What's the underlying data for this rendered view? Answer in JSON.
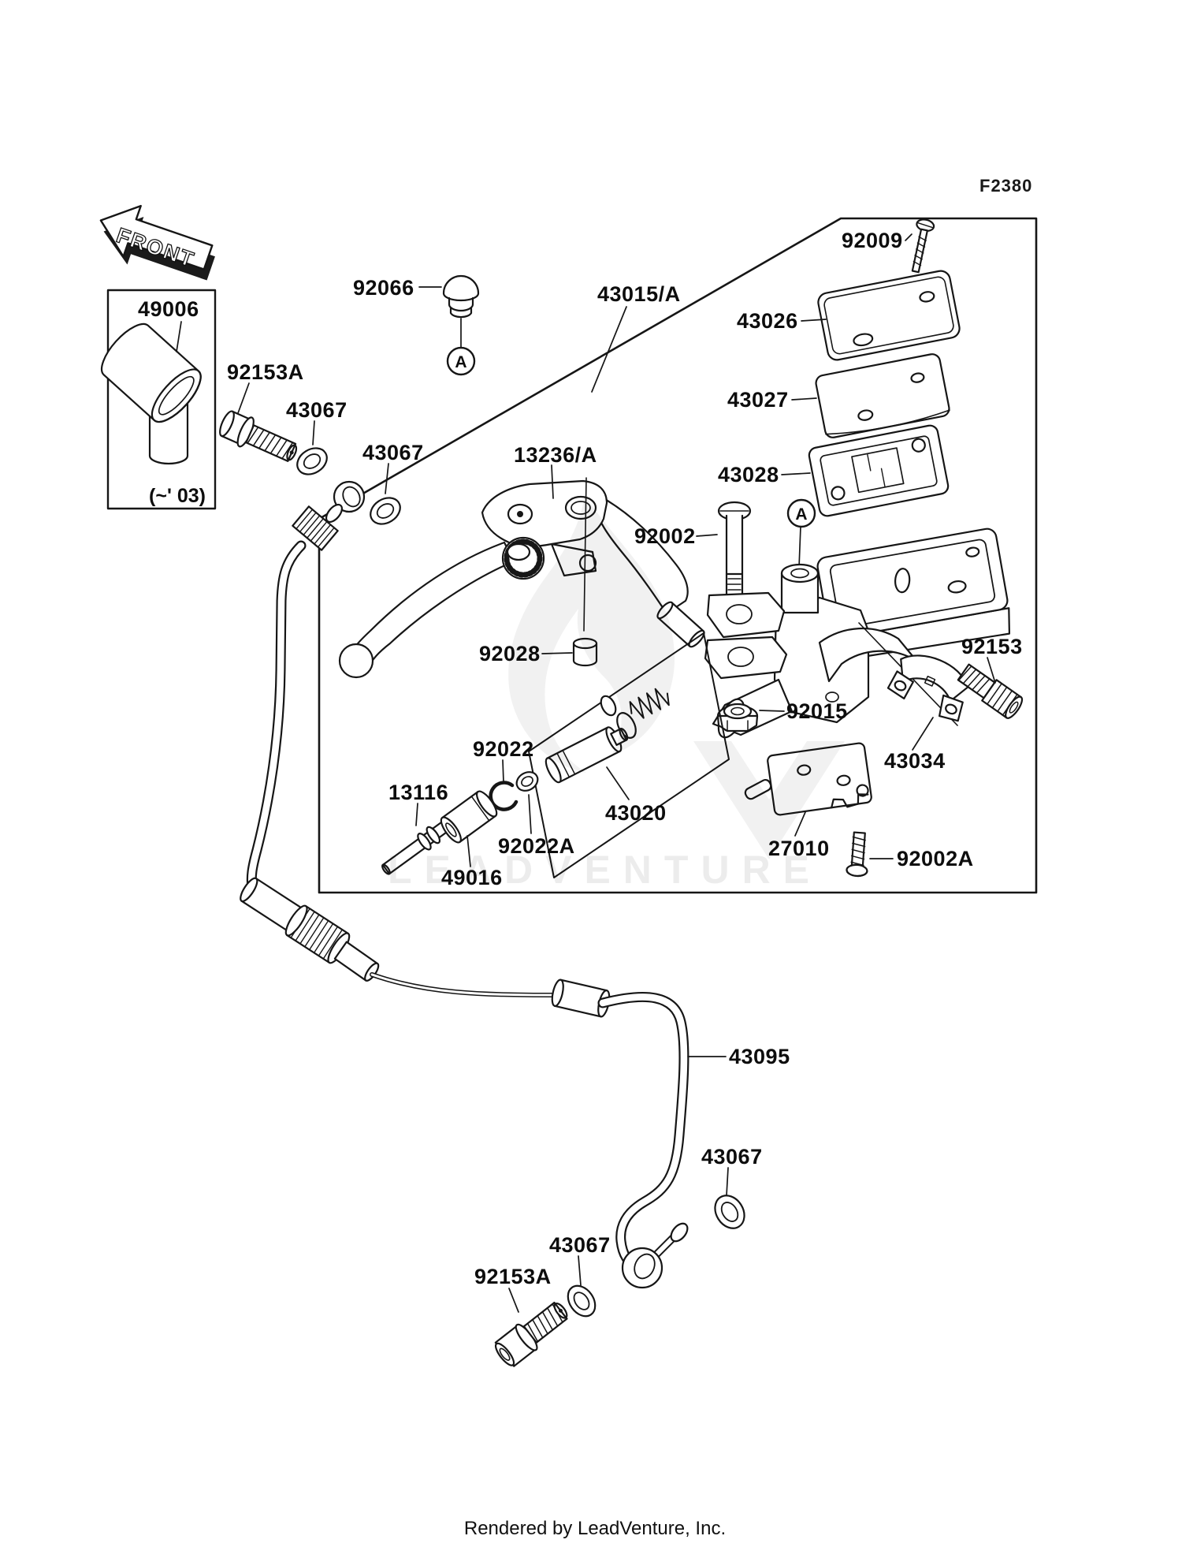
{
  "page": {
    "figure_code": "F2380",
    "footer": "Rendered by LeadVenture, Inc.",
    "watermark": "LEADVENTURE",
    "front_label": "FRONT",
    "inset_note": "(~' 03)",
    "detail_marker": "A"
  },
  "labels": [
    {
      "text": "92066"
    },
    {
      "text": "43015/A"
    },
    {
      "text": "92009"
    },
    {
      "text": "43026"
    },
    {
      "text": "43027"
    },
    {
      "text": "43028"
    },
    {
      "text": "92002"
    },
    {
      "text": "13236/A"
    },
    {
      "text": "92028"
    },
    {
      "text": "92015"
    },
    {
      "text": "92153"
    },
    {
      "text": "43034"
    },
    {
      "text": "92022"
    },
    {
      "text": "13116"
    },
    {
      "text": "92022A"
    },
    {
      "text": "49016"
    },
    {
      "text": "43020"
    },
    {
      "text": "27010"
    },
    {
      "text": "92002A"
    },
    {
      "text": "43095"
    },
    {
      "text": "43067"
    },
    {
      "text": "43067"
    },
    {
      "text": "92153A"
    },
    {
      "text": "92153A"
    },
    {
      "text": "43067"
    },
    {
      "text": "43067"
    },
    {
      "text": "49006"
    }
  ]
}
